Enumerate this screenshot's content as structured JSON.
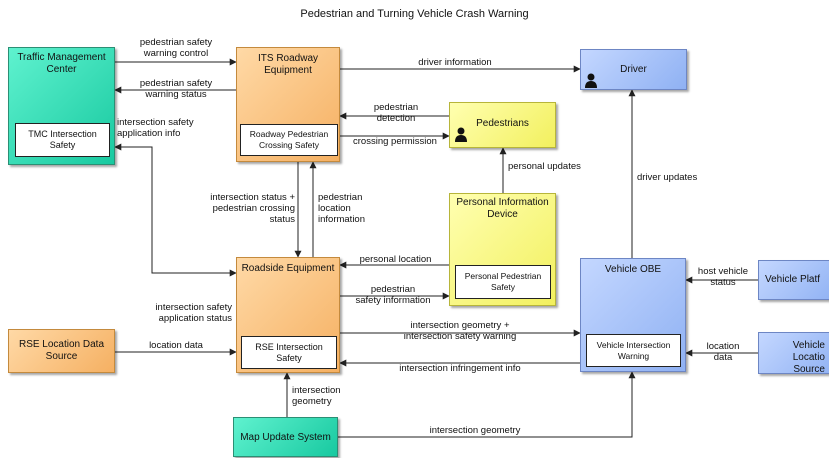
{
  "title": "Pedestrian and Turning Vehicle Crash Warning",
  "colors": {
    "center": "#2fd9b2",
    "field": "#f7c382",
    "vehicle": "#a9c3f8",
    "personal": "#f7f589",
    "line": "#222222"
  },
  "nodes": {
    "tmc": {
      "label": "Traffic Management Center",
      "inner": "TMC Intersection Safety"
    },
    "its": {
      "label": "ITS Roadway Equipment",
      "inner": "Roadway Pedestrian Crossing Safety"
    },
    "driver": {
      "label": "Driver",
      "icon": "person-icon"
    },
    "pedestrians": {
      "label": "Pedestrians",
      "icon": "person-icon"
    },
    "pid": {
      "label": "Personal Information Device",
      "inner": "Personal Pedestrian Safety"
    },
    "rse": {
      "label": "Roadside Equipment",
      "inner": "RSE Intersection Safety"
    },
    "obe": {
      "label": "Vehicle OBE",
      "inner": "Vehicle Intersection Warning"
    },
    "platform": {
      "label": "Vehicle Platf"
    },
    "vls": {
      "label": "Vehicle Locatio Source"
    },
    "rseloc": {
      "label": "RSE Location Data Source"
    },
    "map": {
      "label": "Map Update System"
    }
  },
  "flows": {
    "ped_warning_control": "pedestrian safety\nwarning control",
    "ped_warning_status": "pedestrian safety\nwarning status",
    "isa_info": "intersection safety\napplication info",
    "driver_information": "driver information",
    "ped_detection": "pedestrian\ndetection",
    "crossing_permission": "crossing permission",
    "personal_updates": "personal updates",
    "driver_updates": "driver updates",
    "intersection_status": "intersection status +\npedestrian crossing\nstatus",
    "ped_location_info": "pedestrian\nlocation\ninformation",
    "personal_location": "personal location",
    "ped_safety_info": "pedestrian\nsafety information",
    "host_vehicle_status": "host vehicle\nstatus",
    "isa_status": "intersection safety\napplication status",
    "location_data_rse": "location data",
    "geometry_warning": "intersection geometry +\nintersection safety warning",
    "infringement": "intersection infringement info",
    "location_data_obe": "location\ndata",
    "intersection_geometry_up": "intersection\ngeometry",
    "intersection_geometry": "intersection geometry"
  }
}
